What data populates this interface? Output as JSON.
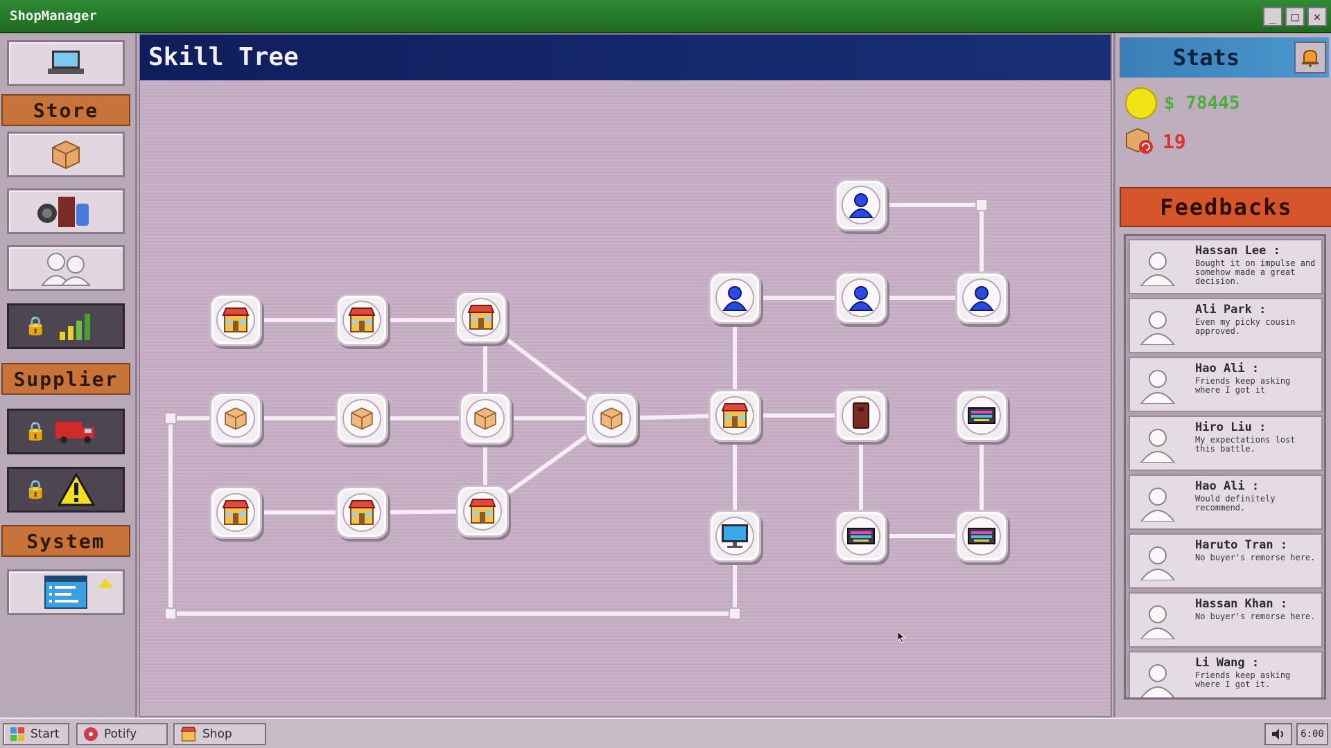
{
  "window": {
    "title": "ShopManager",
    "minimize": "_",
    "maximize": "□",
    "close": "✕"
  },
  "sidebar": {
    "store_label": "Store",
    "supplier_label": "Supplier",
    "system_label": "System"
  },
  "main": {
    "title": "Skill Tree"
  },
  "stats": {
    "title": "Stats",
    "money": "$ 78445",
    "boxes": "19"
  },
  "feedbacks": {
    "title": "Feedbacks",
    "items": [
      {
        "name": "Hassan Lee  :",
        "text": "Bought it on impulse and somehow made a great decision."
      },
      {
        "name": "Ali Park :",
        "text": "Even my picky cousin approved."
      },
      {
        "name": "Hao Ali :",
        "text": "Friends keep asking where I got it"
      },
      {
        "name": "Hiro Liu :",
        "text": "My expectations lost this battle."
      },
      {
        "name": "Hao Ali :",
        "text": "Would definitely recommend."
      },
      {
        "name": "Haruto Tran :",
        "text": "No buyer's remorse here."
      },
      {
        "name": "Hassan Khan :",
        "text": "No buyer's remorse here."
      },
      {
        "name": "Li Wang :",
        "text": "Friends keep asking where I got it."
      }
    ]
  },
  "taskbar": {
    "start": "Start",
    "potify": "Potify",
    "shop": "Shop",
    "clock": "6:00"
  },
  "colors": {
    "titlebar": "#2f8a34",
    "accent_orange": "#c8733a",
    "money_green": "#4cae3a",
    "count_red": "#d8322f",
    "header_navy": "#0e1e5c"
  }
}
